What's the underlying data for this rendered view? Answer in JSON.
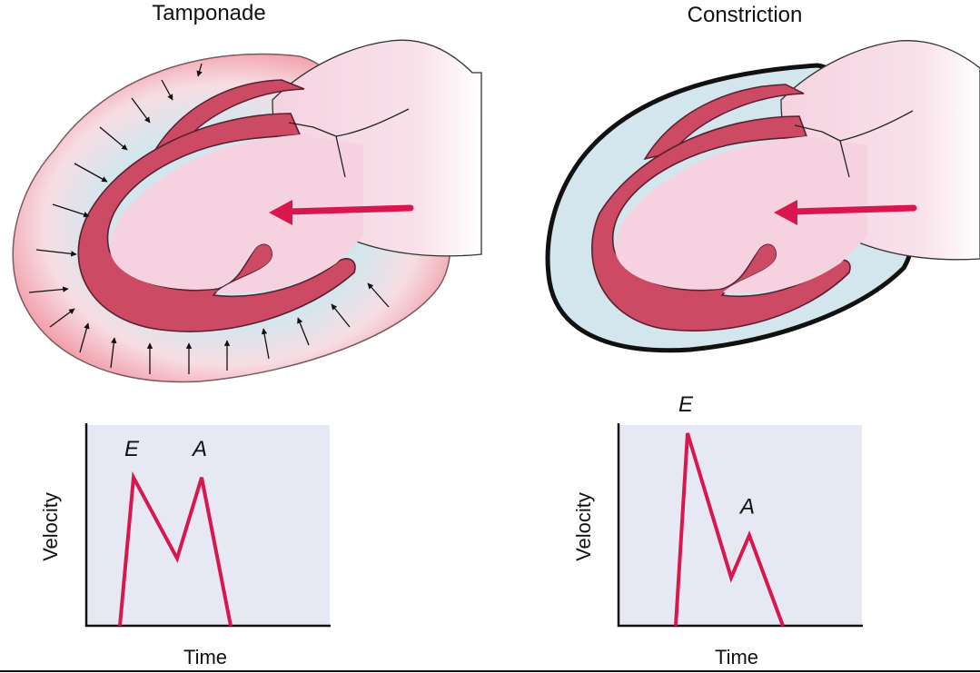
{
  "panels": [
    {
      "title": "Tamponade",
      "chart": {
        "xlabel": "Time",
        "ylabel": "Velocity",
        "peaks": [
          {
            "label": "E",
            "value": 0.77
          },
          {
            "label": "A",
            "value": 0.77
          }
        ],
        "trough": 0.35
      }
    },
    {
      "title": "Constriction",
      "chart": {
        "xlabel": "Time",
        "ylabel": "Velocity",
        "peaks": [
          {
            "label": "E",
            "value": 1.0
          },
          {
            "label": "A",
            "value": 0.47
          }
        ],
        "trough": 0.25
      }
    }
  ],
  "colors": {
    "myocardium": "#cc4a63",
    "myocardium_stroke": "#5a2030",
    "chamber": "#f6d2e0",
    "vessels": "#f7dbe6",
    "effusion": "#d3e6ee",
    "pericardium_glow": "#f5a3ad",
    "flow_arrow": "#d8174d",
    "doppler_trace": "#d8174d",
    "plot_bg": "#e6e8f4"
  }
}
